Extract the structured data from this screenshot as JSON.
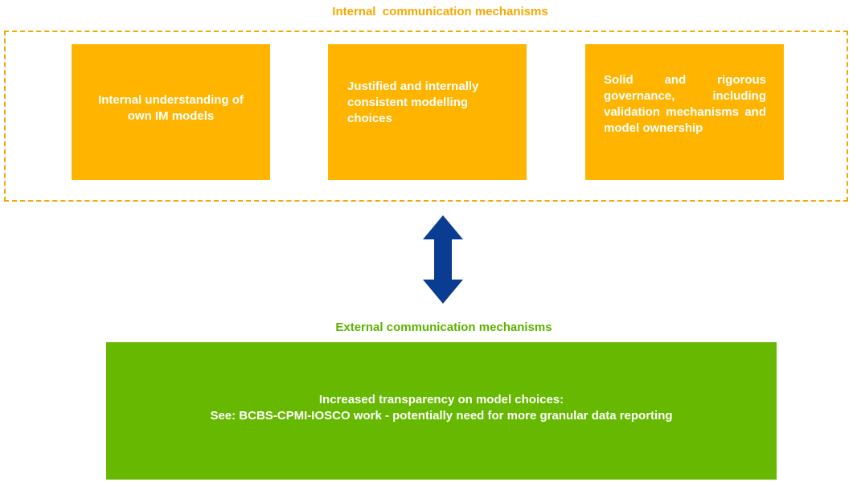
{
  "diagram": {
    "internal_title": "Internal  communication mechanisms",
    "external_title": "External communication mechanisms",
    "internal_boxes": [
      {
        "text": "Internal understanding of own IM models"
      },
      {
        "text": "Justified and internally consistent modelling choices"
      },
      {
        "text": "Solid and rigorous governance, including validation mechanisms and model ownership"
      }
    ],
    "external_box": {
      "line1": "Increased transparency on model choices:",
      "line2": "See: BCBS-CPMI-IOSCO work - potentially need for more granular data reporting"
    }
  },
  "colors": {
    "internal_accent": "#F5A800",
    "internal_box_fill": "#FFB400",
    "external_accent": "#5DB100",
    "external_box_fill": "#66B800",
    "arrow": "#0A3D91"
  }
}
